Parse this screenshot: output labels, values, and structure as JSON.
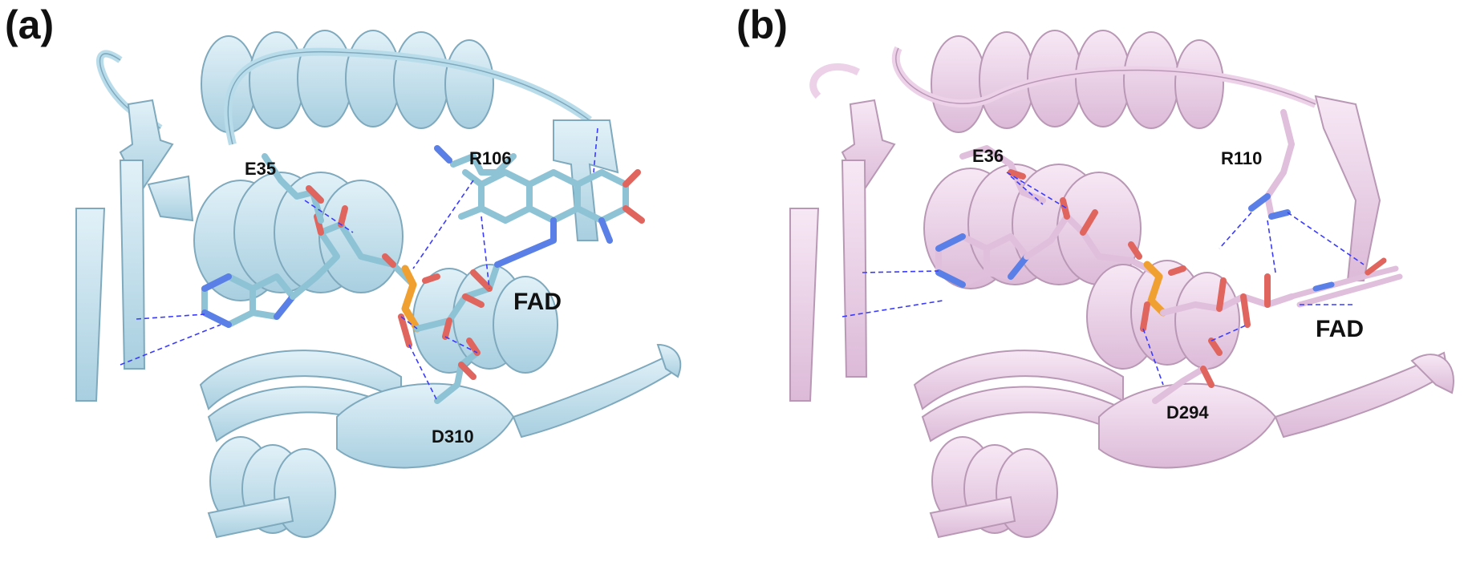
{
  "panels": [
    {
      "letter": "(a)",
      "residues": [
        "E35",
        "R106",
        "D310"
      ],
      "ligand": "FAD",
      "ribbon_color": "#b9dceb",
      "ribbon_shade": "#7fa9bd",
      "stick_color": "#8ec3d6"
    },
    {
      "letter": "(b)",
      "residues": [
        "E36",
        "R110",
        "D294"
      ],
      "ligand": "FAD",
      "ribbon_color": "#ecd1e8",
      "ribbon_shade": "#b998b6",
      "stick_color": "#e0bfdc"
    }
  ],
  "atom_colors": {
    "oxygen": "#e0655e",
    "nitrogen": "#5a7fe6",
    "phosphorus": "#f0a030"
  },
  "hbond_color": "#3b3bff"
}
